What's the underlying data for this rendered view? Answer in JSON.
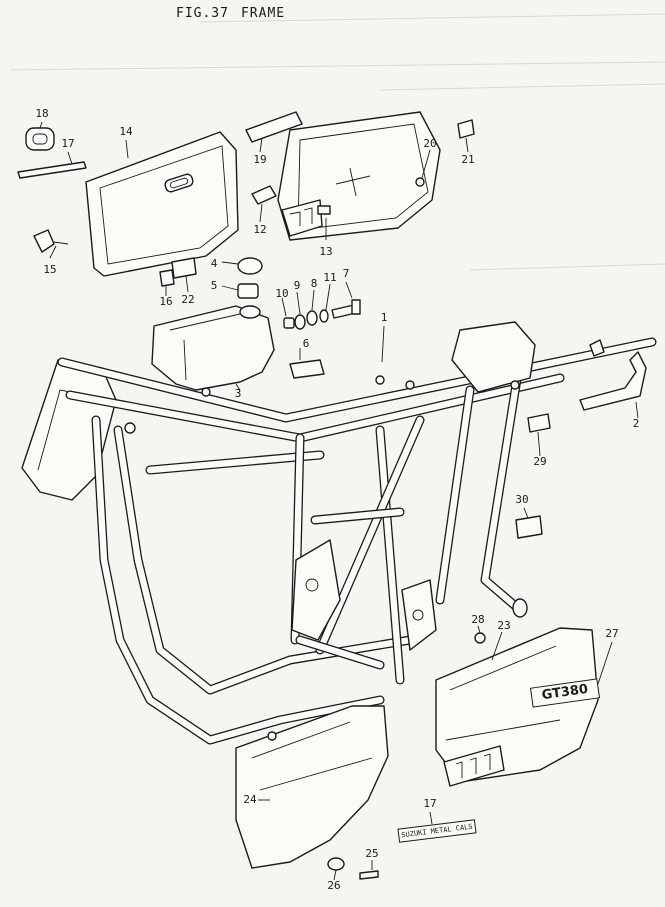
{
  "figure": {
    "number": "FIG.37",
    "title": "FRAME"
  },
  "callouts": [
    "1",
    "2",
    "3",
    "4",
    "5",
    "6",
    "7",
    "8",
    "9",
    "10",
    "11",
    "12",
    "13",
    "14",
    "15",
    "16",
    "17",
    "17",
    "18",
    "19",
    "20",
    "21",
    "22",
    "23",
    "24",
    "25",
    "26",
    "27",
    "28",
    "29",
    "30"
  ],
  "emblem_text": "GT380",
  "decal_text": "SUZUKI METAL CALS"
}
